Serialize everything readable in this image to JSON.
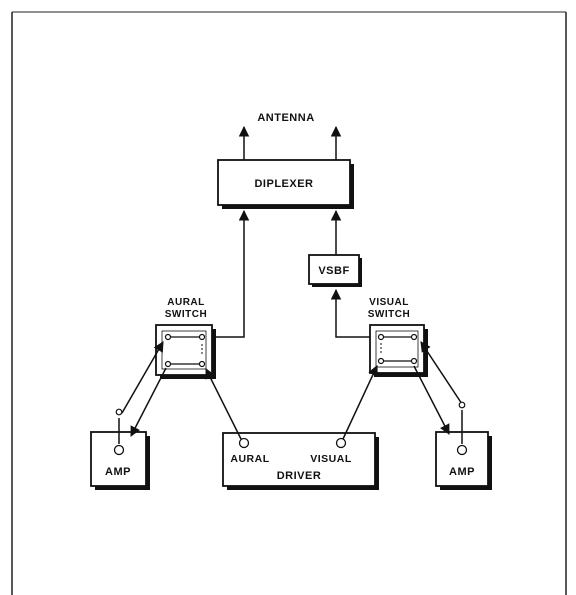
{
  "labels": {
    "antenna": "ANTENNA",
    "diplexer": "DIPLEXER",
    "vsbf": "VSBF",
    "aural_switch_line1": "AURAL",
    "aural_switch_line2": "SWITCH",
    "visual_switch_line1": "VISUAL",
    "visual_switch_line2": "SWITCH",
    "amp_left": "AMP",
    "amp_right": "AMP",
    "driver": "DRIVER",
    "driver_aural": "AURAL",
    "driver_visual": "VISUAL"
  }
}
